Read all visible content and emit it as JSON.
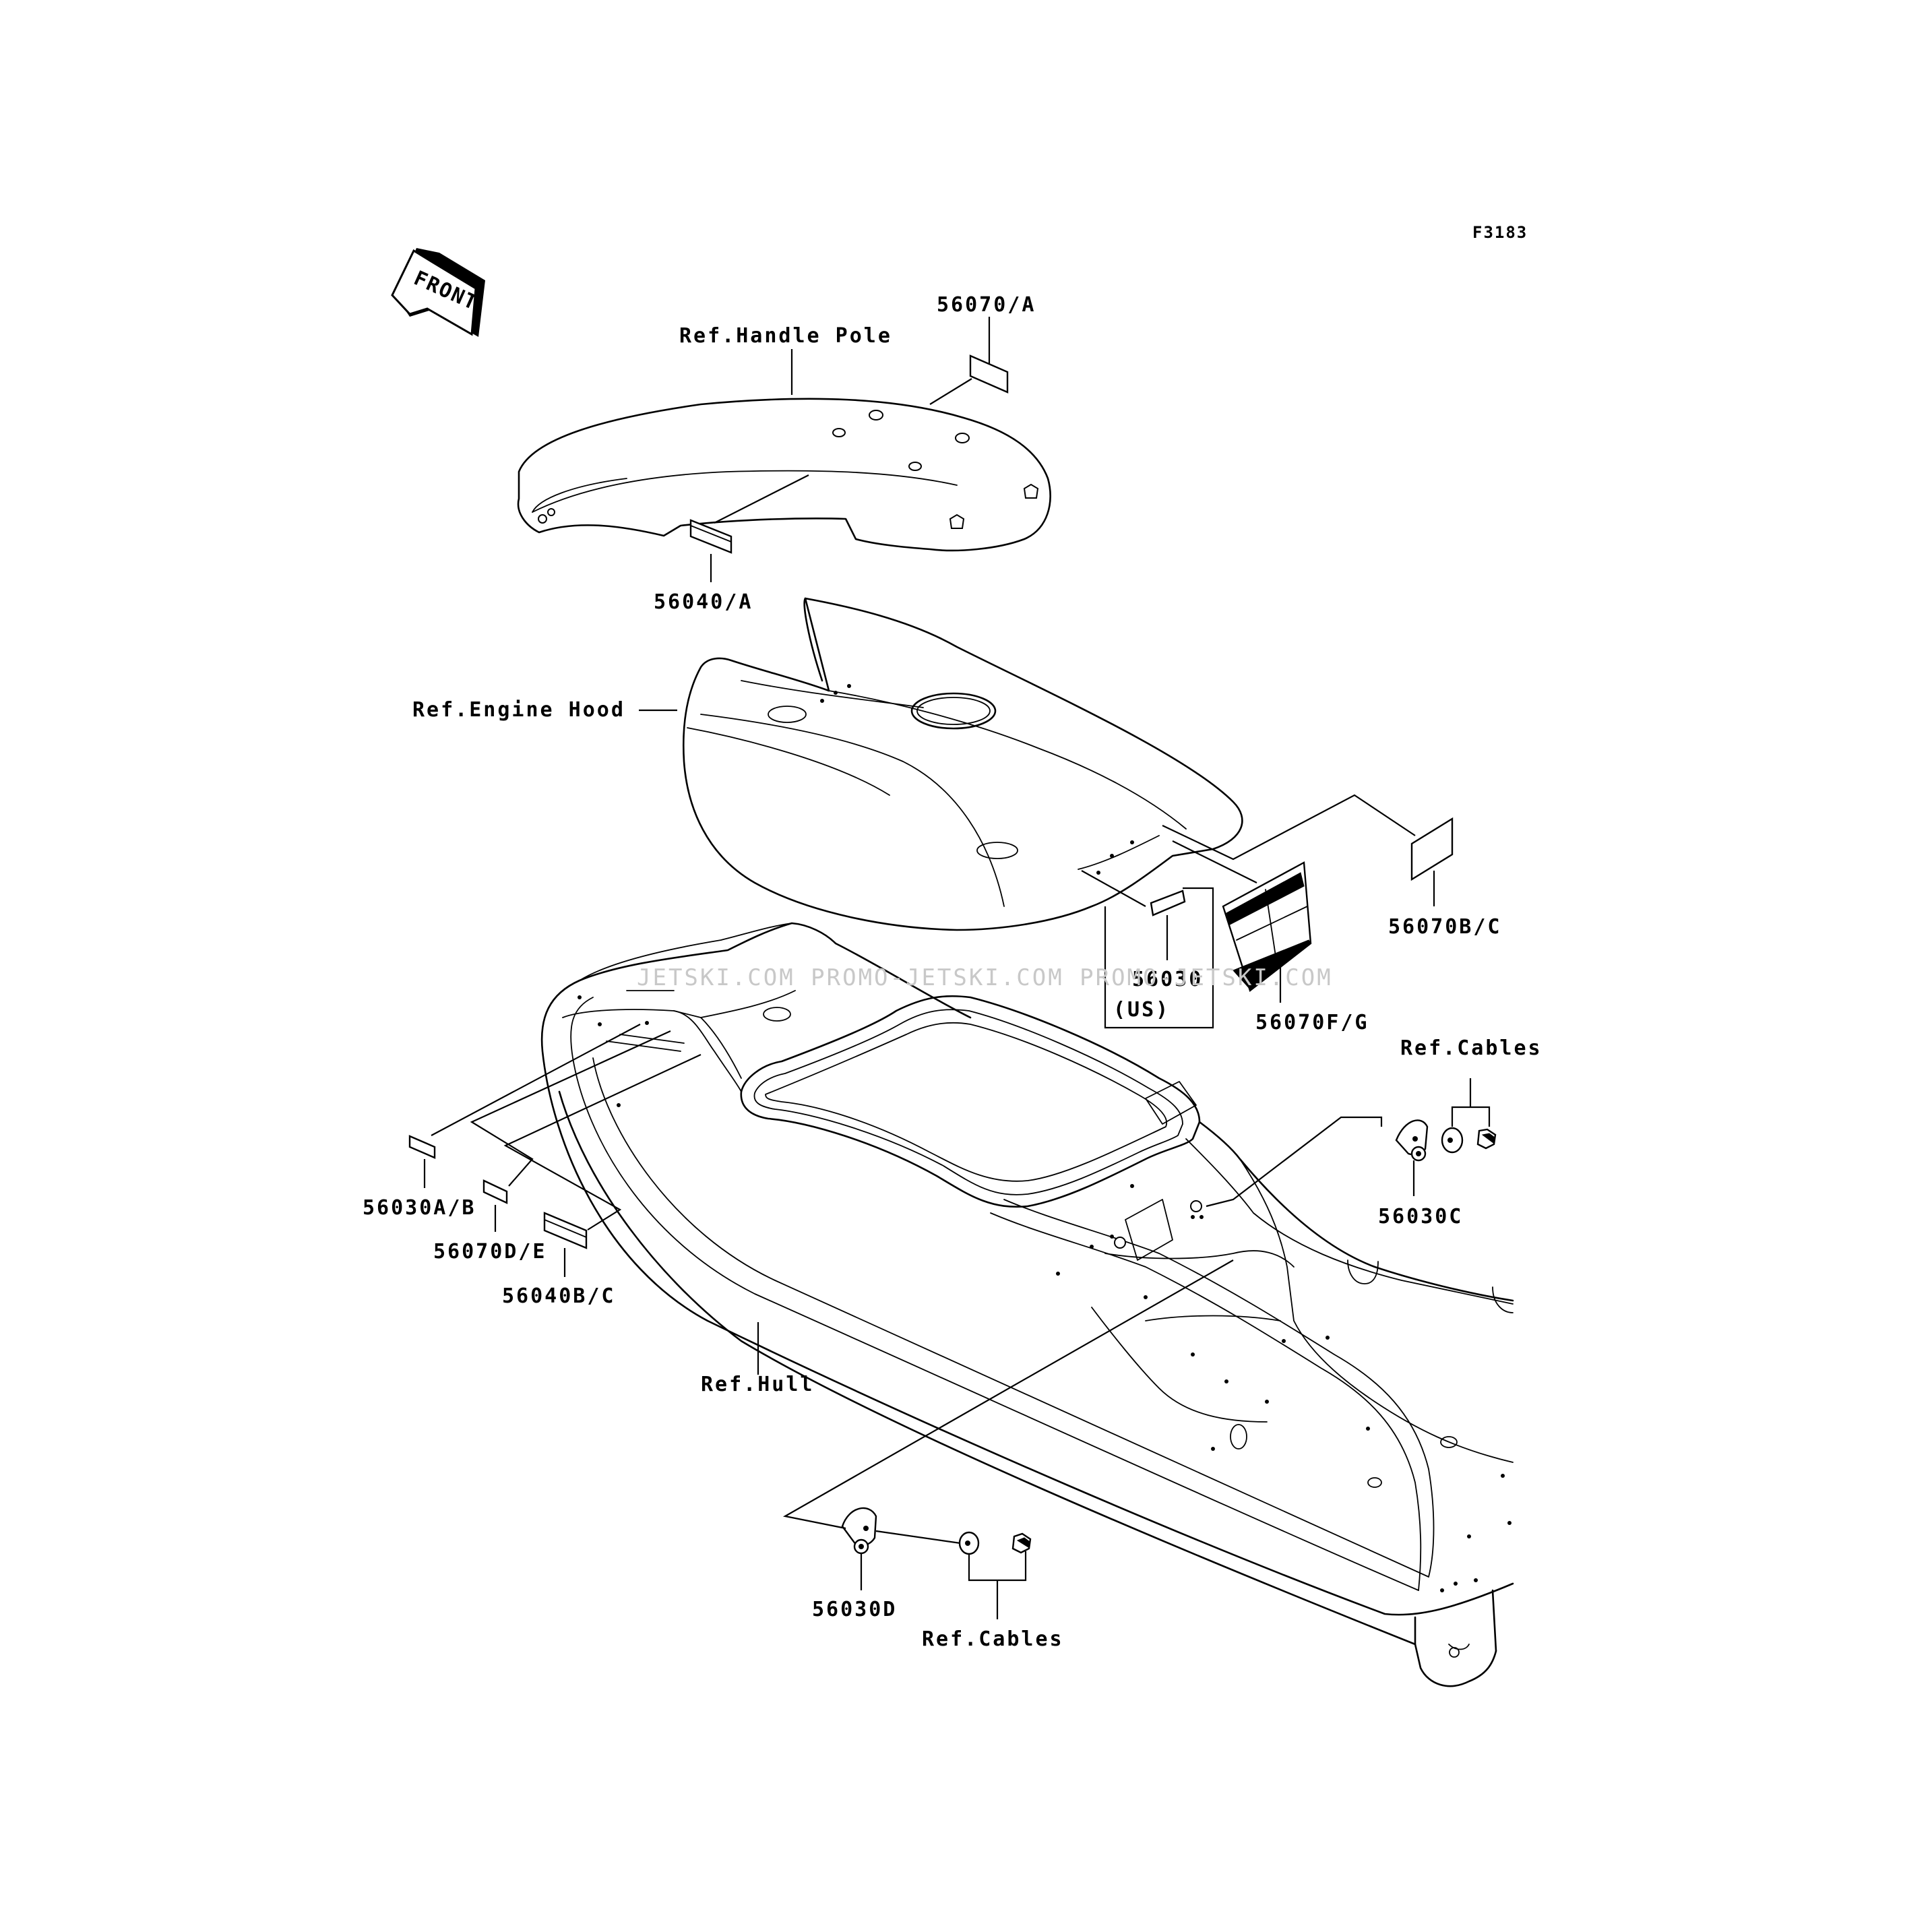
{
  "diagram": {
    "figure_code": "F3183",
    "front_arrow": "FRONT",
    "watermark": "JETSKI.COM  PROMO-JETSKI.COM  PROMO-JETSKI.COM",
    "reference_labels": {
      "handle_pole": "Ref.Handle Pole",
      "engine_hood": "Ref.Engine Hood",
      "hull": "Ref.Hull",
      "cables_right": "Ref.Cables",
      "cables_bottom": "Ref.Cables"
    },
    "part_labels": {
      "p56070_a": "56070/A",
      "p56040_a": "56040/A",
      "p56070_bc": "56070B/C",
      "p56030": "56030",
      "p56030_us": "(US)",
      "p56070_fg": "56070F/G",
      "p56030_ab": "56030A/B",
      "p56070_de": "56070D/E",
      "p56040_bc": "56040B/C",
      "p56030_c": "56030C",
      "p56030_d": "56030D"
    }
  }
}
